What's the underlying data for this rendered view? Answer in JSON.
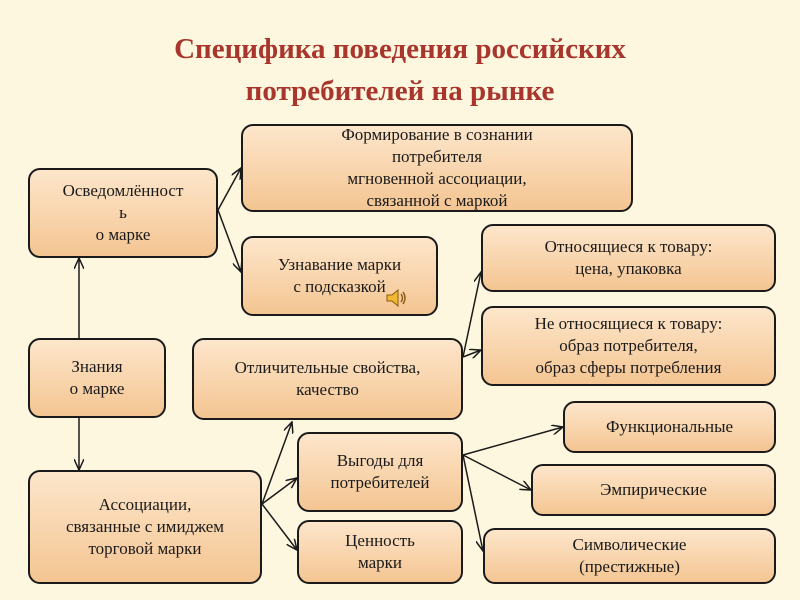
{
  "title": {
    "line1": "Специфика поведения российских",
    "line2": "потребителей на рынке"
  },
  "nodes": {
    "awareness": "Осведомлённост\nь\nо марке",
    "formation": "Формирование в сознании\nпотребителя\nмгновенной ассоциации,\nсвязанной с маркой",
    "recognition": "Узнавание марки\nс подсказкой",
    "knowledge": "Знания\nо марке",
    "distinctive": "Отличительные свойства,\nкачество",
    "product_related": "Относящиеся к товару:\nцена, упаковка",
    "non_product_related": "Не относящиеся к товару:\nобраз потребителя,\nобраз сферы потребления",
    "associations": "Ассоциации,\nсвязанные с имиджем\nторговой марки",
    "benefits": "Выгоды для\nпотребителей",
    "value": "Ценность\nмарки",
    "functional": "Функциональные",
    "empirical": "Эмпирические",
    "symbolic": "Символические\n(престижные)"
  },
  "colors": {
    "title": "#a8362c",
    "box_top": "#fde6cb",
    "box_bottom": "#f4c592",
    "border": "#1a1a1a",
    "background": "#fdf7df"
  },
  "icons": [
    "speaker-icon"
  ]
}
